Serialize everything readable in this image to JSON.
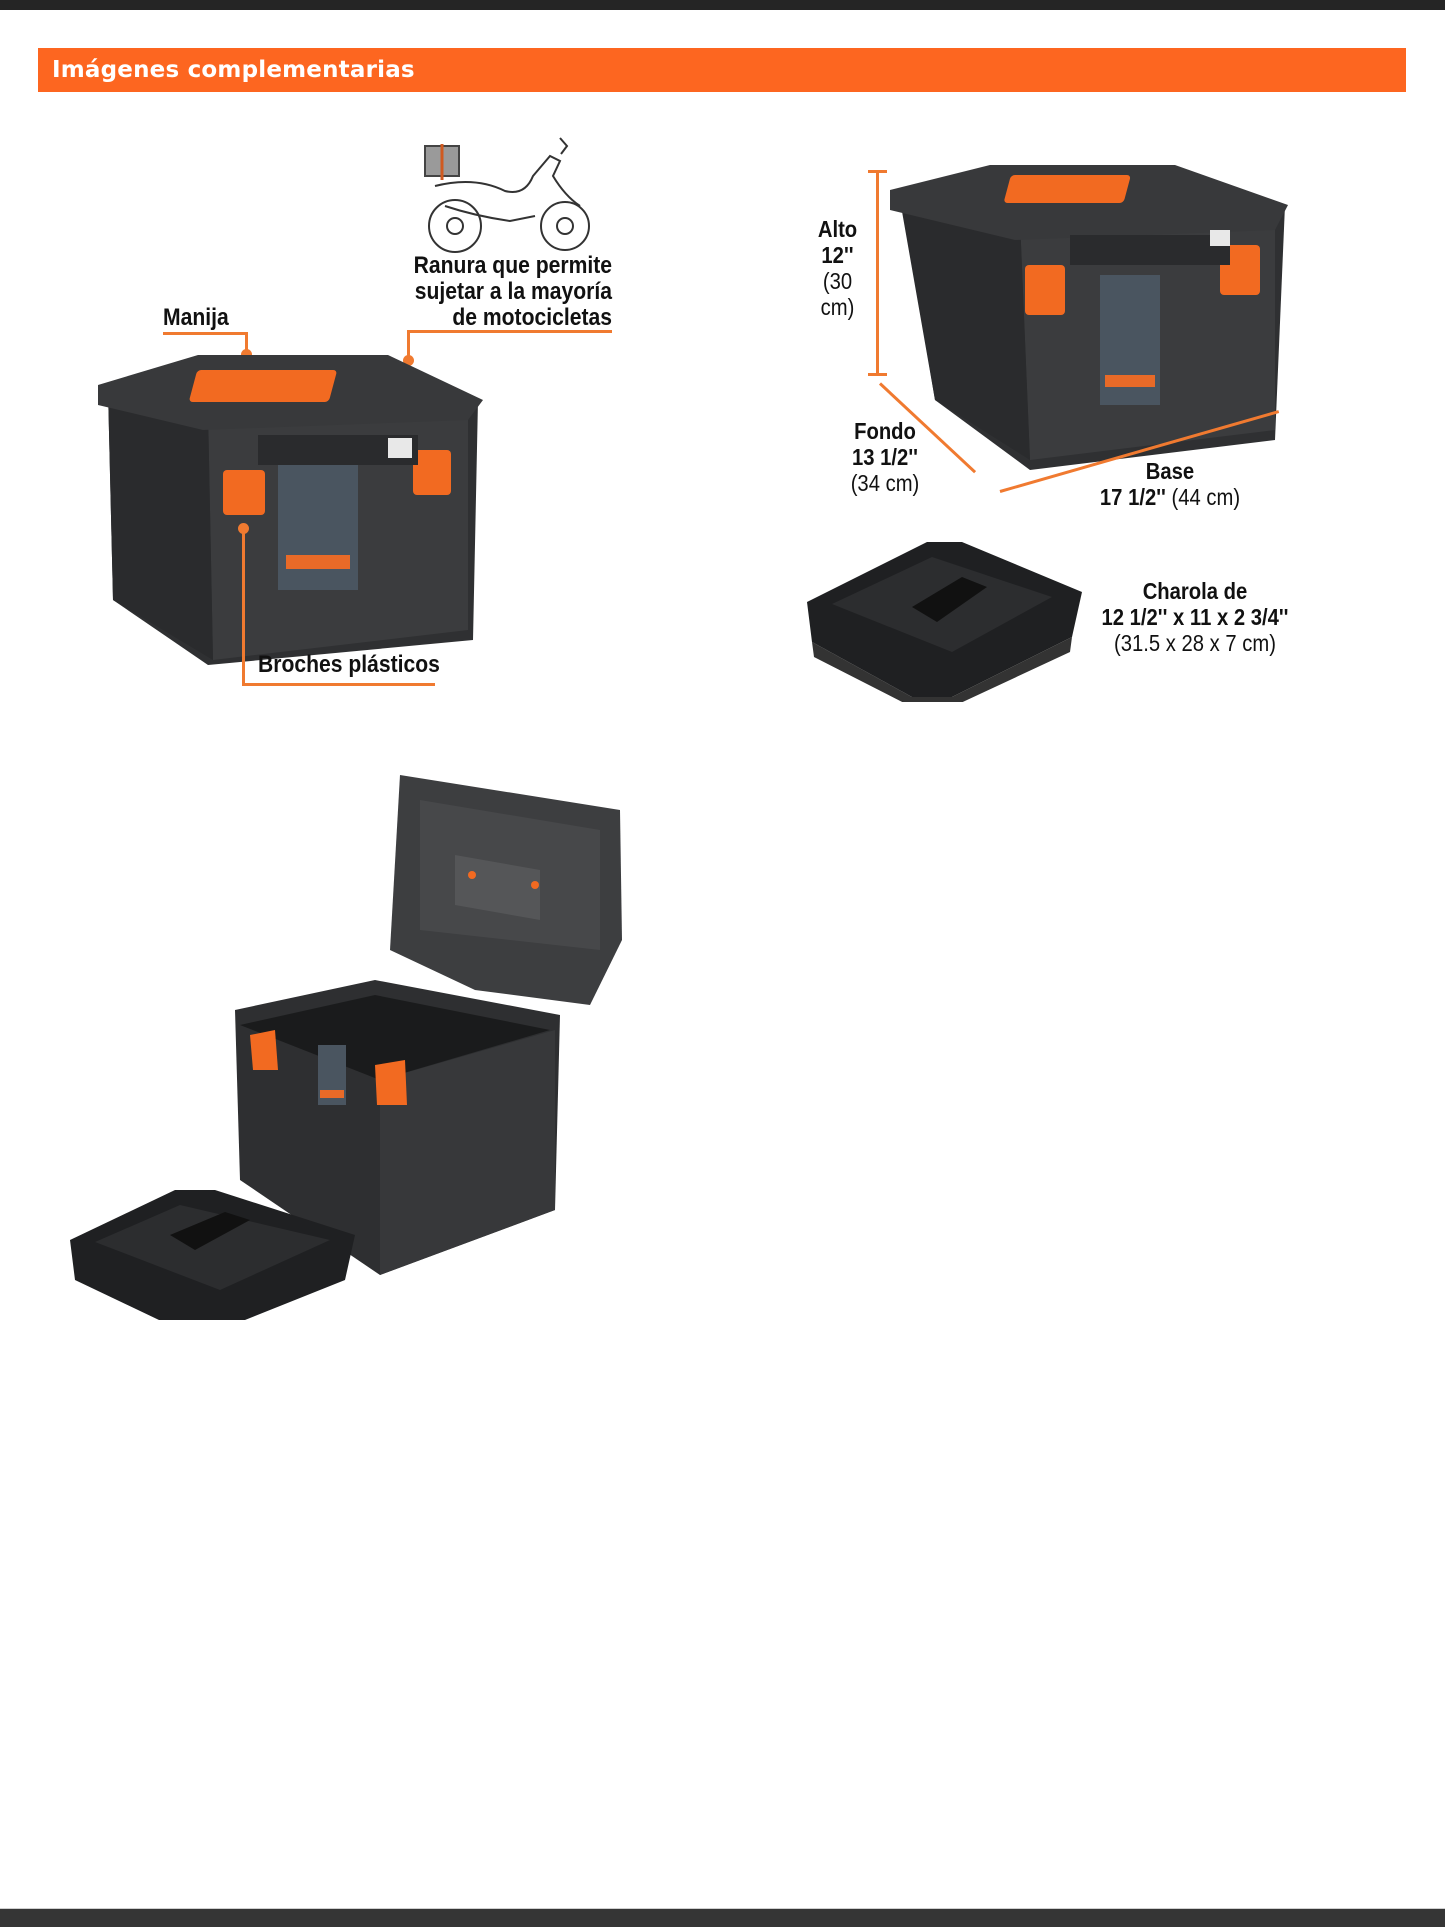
{
  "header": {
    "title": "Imágenes complementarias",
    "accent_color": "#fd6620"
  },
  "figure_features": {
    "callouts": {
      "handle": "Manija",
      "slot": [
        "Ranura que permite",
        "sujetar a la mayoría",
        "de motocicletas"
      ],
      "clips": "Broches plásticos"
    },
    "icons": [
      "motorcycle-with-toolbox-icon"
    ]
  },
  "figure_dimensions": {
    "height": {
      "label": "Alto",
      "imperial": "12''",
      "metric": "(30 cm)"
    },
    "depth": {
      "label": "Fondo",
      "imperial": "13 1/2''",
      "metric": "(34 cm)"
    },
    "width": {
      "label": "Base",
      "imperial": "17 1/2''",
      "metric": "(44 cm)"
    }
  },
  "figure_tray": {
    "label": "Charola de",
    "imperial": "12 1/2'' x 11 x 2 3/4''",
    "metric": "(31.5 x 28 x 7 cm)"
  },
  "figure_open": {
    "description": "Open toolbox with removed tray"
  },
  "colors": {
    "box_body": "#3a3b3d",
    "box_dark": "#2a2b2d",
    "latch_orange": "#f26a21",
    "line_orange": "#f07a30"
  }
}
